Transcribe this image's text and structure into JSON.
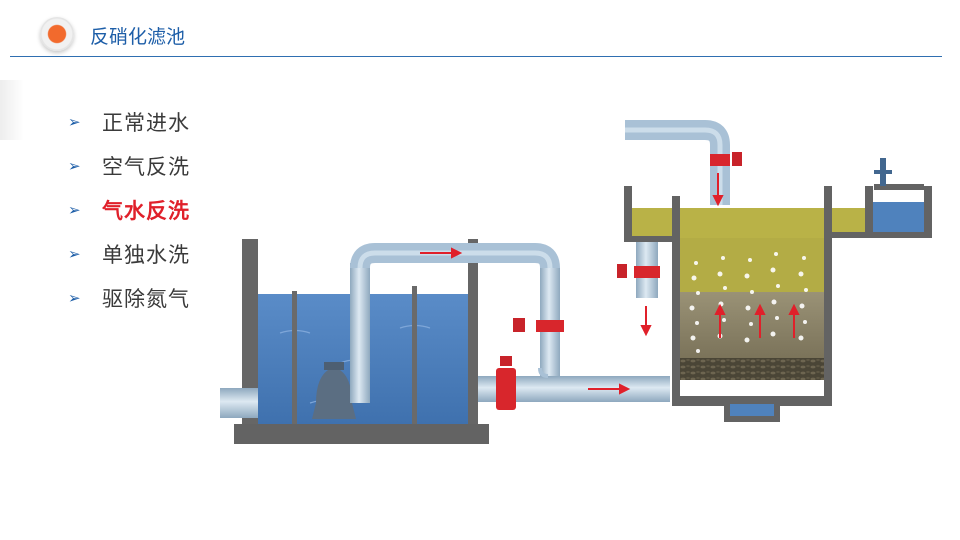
{
  "header": {
    "title": "反硝化滤池"
  },
  "menu": {
    "items": [
      {
        "label": "正常进水",
        "active": false
      },
      {
        "label": "空气反洗",
        "active": false
      },
      {
        "label": "气水反洗",
        "active": true
      },
      {
        "label": "单独水洗",
        "active": false
      },
      {
        "label": "驱除氮气",
        "active": false
      }
    ]
  },
  "colors": {
    "title": "#1d5ea8",
    "active_item": "#e0202a",
    "bullet_arrow": "#1d5ea8",
    "water": "#4f82bd",
    "pipe": "#a8c0d4",
    "wall": "#636363",
    "valve": "#d8262c",
    "flow_arrow": "#e0202a",
    "supernatant": "#b9b247",
    "filter_media": "#8d8467"
  }
}
